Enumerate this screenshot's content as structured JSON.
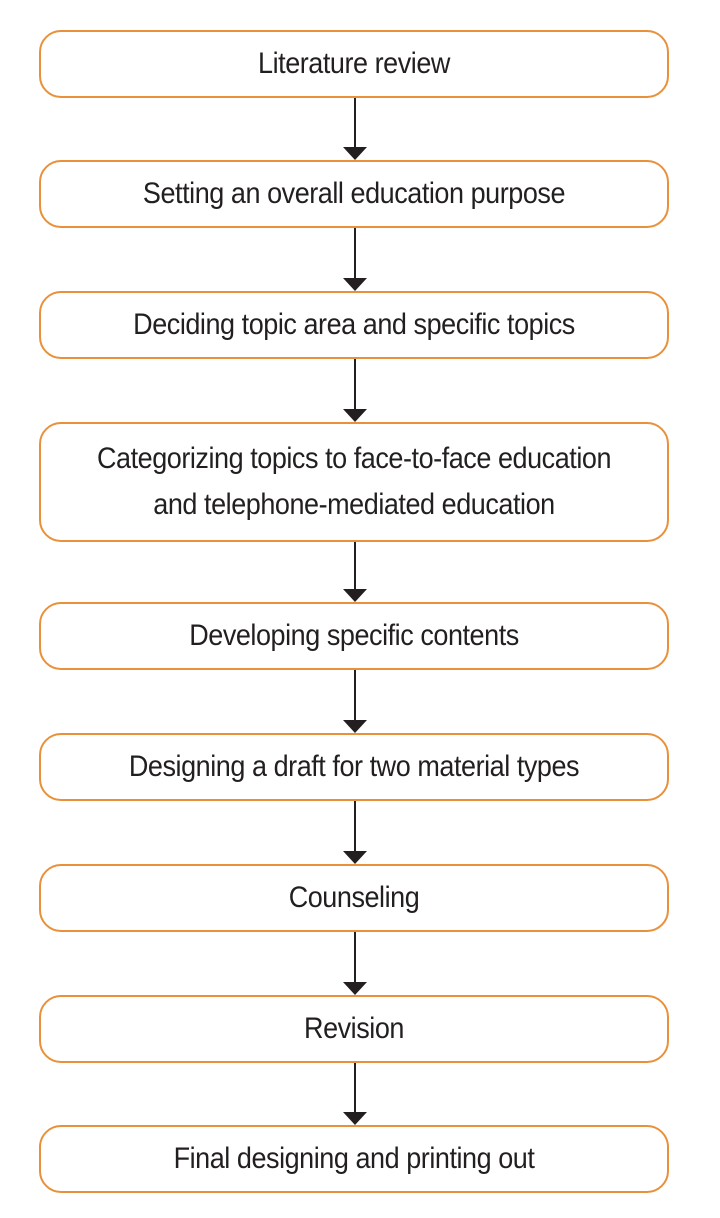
{
  "steps": [
    {
      "label": "Literature review"
    },
    {
      "label": "Setting an overall education purpose"
    },
    {
      "label": "Deciding topic area and specific topics"
    },
    {
      "label": "Categorizing topics to face-to-face education\nand telephone-mediated education"
    },
    {
      "label": "Developing specific contents"
    },
    {
      "label": "Designing a draft for two material types"
    },
    {
      "label": "Counseling"
    },
    {
      "label": "Revision"
    },
    {
      "label": "Final designing and printing out"
    }
  ],
  "colors": {
    "box_border": "#e8913a",
    "text": "#231f20",
    "arrow": "#231f20",
    "background": "#ffffff"
  }
}
